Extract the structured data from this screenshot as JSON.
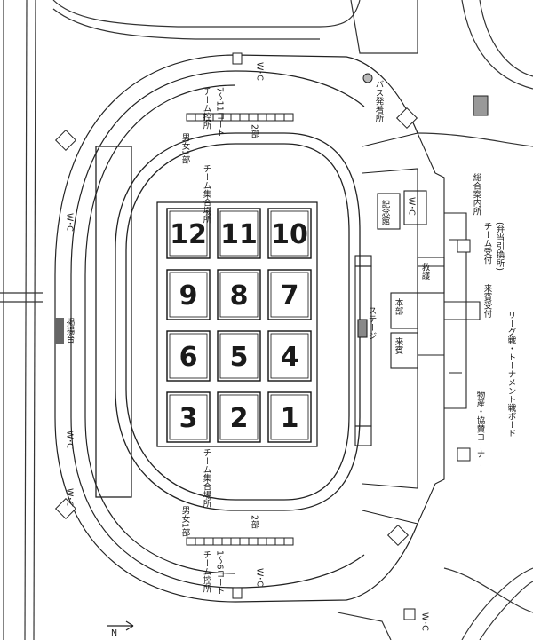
{
  "courts": [
    "12",
    "11",
    "10",
    "9",
    "8",
    "7",
    "6",
    "5",
    "4",
    "3",
    "2",
    "1"
  ],
  "labels": {
    "team_waiting_top": "チーム控所",
    "courts_7_11": "7〜11コート",
    "wc_top": "W･C",
    "bus_stop": "バス発着所",
    "mens_womens_1_top": "男女1部",
    "div2_top": "2部",
    "team_assembly_top": "チーム集合場所",
    "wc_side_left_top": "W･C",
    "memorial_hall": "記念館",
    "wc_side_right": "W･C",
    "general_info": "総合案内所",
    "team_reception": "チーム受付",
    "bento_exchange": "(弁当引換所)",
    "first_aid": "救護",
    "hq": "本部",
    "guest_reception": "来賓受付",
    "stage": "ステージ",
    "guest": "来賓",
    "league_board": "リーグ戦・トーナメント戦ボード",
    "products_corner": "物産・協賛コーナー",
    "flag_pole": "掲揚台",
    "wc_left_mid": "W･C",
    "wc_left_low": "W･C",
    "team_assembly_bottom": "チーム集合場所",
    "mens_womens_1_bottom": "男女1部",
    "div2_bottom": "2部",
    "team_waiting_bottom": "チーム控所",
    "courts_1_6": "1〜6コート",
    "wc_bottom": "W･C",
    "wc_corner": "W･C",
    "north": "N"
  }
}
